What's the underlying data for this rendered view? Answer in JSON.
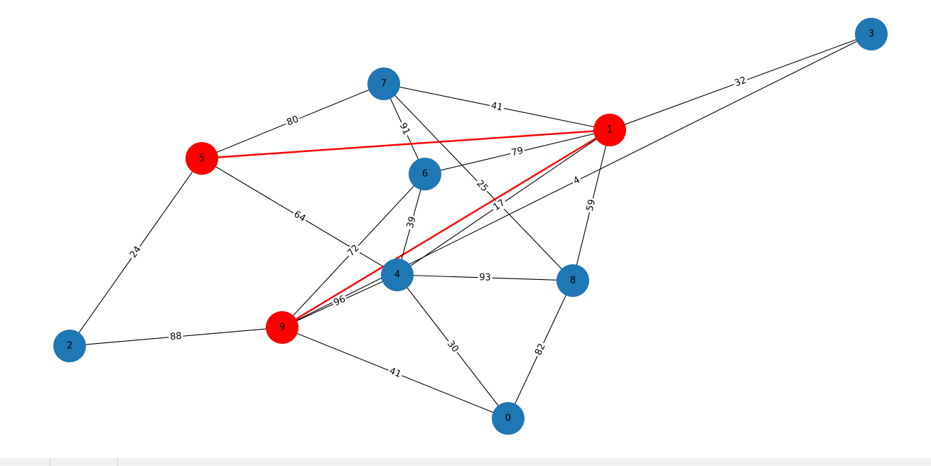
{
  "graph": {
    "colors": {
      "node_default": "#1f77b4",
      "node_highlight": "#ff0000",
      "edge_default": "#000000",
      "edge_highlight": "#ff0000",
      "label_background": "#ffffff"
    },
    "nodes": [
      {
        "id": "0",
        "label": "0",
        "highlighted": false
      },
      {
        "id": "1",
        "label": "1",
        "highlighted": true
      },
      {
        "id": "2",
        "label": "2",
        "highlighted": false
      },
      {
        "id": "3",
        "label": "3",
        "highlighted": false
      },
      {
        "id": "4",
        "label": "4",
        "highlighted": false
      },
      {
        "id": "5",
        "label": "5",
        "highlighted": true
      },
      {
        "id": "6",
        "label": "6",
        "highlighted": false
      },
      {
        "id": "7",
        "label": "7",
        "highlighted": false
      },
      {
        "id": "8",
        "label": "8",
        "highlighted": false
      },
      {
        "id": "9",
        "label": "9",
        "highlighted": true
      }
    ],
    "edges": [
      {
        "source": "7",
        "target": "5",
        "weight": "80",
        "highlighted": false
      },
      {
        "source": "7",
        "target": "1",
        "weight": "41",
        "highlighted": false
      },
      {
        "source": "7",
        "target": "6",
        "weight": "91",
        "highlighted": false
      },
      {
        "source": "7",
        "target": "8",
        "weight": "25",
        "highlighted": false
      },
      {
        "source": "5",
        "target": "1",
        "weight": "",
        "highlighted": true
      },
      {
        "source": "5",
        "target": "4",
        "weight": "64",
        "highlighted": false
      },
      {
        "source": "5",
        "target": "2",
        "weight": "24",
        "highlighted": false
      },
      {
        "source": "1",
        "target": "3",
        "weight": "32",
        "highlighted": false
      },
      {
        "source": "1",
        "target": "6",
        "weight": "79",
        "highlighted": false
      },
      {
        "source": "1",
        "target": "4",
        "weight": "17",
        "highlighted": false
      },
      {
        "source": "1",
        "target": "9",
        "weight": "",
        "highlighted": true
      },
      {
        "source": "1",
        "target": "8",
        "weight": "59",
        "highlighted": false
      },
      {
        "source": "3",
        "target": "9",
        "weight": "4",
        "highlighted": false
      },
      {
        "source": "6",
        "target": "4",
        "weight": "39",
        "highlighted": false
      },
      {
        "source": "6",
        "target": "9",
        "weight": "72",
        "highlighted": false
      },
      {
        "source": "4",
        "target": "9",
        "weight": "96",
        "highlighted": false
      },
      {
        "source": "4",
        "target": "8",
        "weight": "93",
        "highlighted": false
      },
      {
        "source": "4",
        "target": "0",
        "weight": "30",
        "highlighted": false
      },
      {
        "source": "9",
        "target": "2",
        "weight": "88",
        "highlighted": false
      },
      {
        "source": "9",
        "target": "0",
        "weight": "41",
        "highlighted": false
      },
      {
        "source": "8",
        "target": "0",
        "weight": "82",
        "highlighted": false
      }
    ]
  }
}
